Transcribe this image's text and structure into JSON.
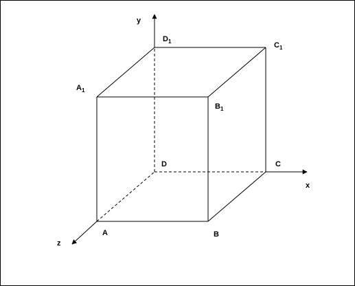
{
  "axes": {
    "x": "x",
    "y": "y",
    "z": "z"
  },
  "vertices": {
    "A": {
      "letter": "A",
      "sub": ""
    },
    "B": {
      "letter": "B",
      "sub": ""
    },
    "C": {
      "letter": "C",
      "sub": ""
    },
    "D": {
      "letter": "D",
      "sub": ""
    },
    "A1": {
      "letter": "A",
      "sub": "1"
    },
    "B1": {
      "letter": "B",
      "sub": "1"
    },
    "C1": {
      "letter": "C",
      "sub": "1"
    },
    "D1": {
      "letter": "D",
      "sub": "1"
    }
  },
  "colors": {
    "line": "#000000",
    "background": "#ffffff"
  }
}
